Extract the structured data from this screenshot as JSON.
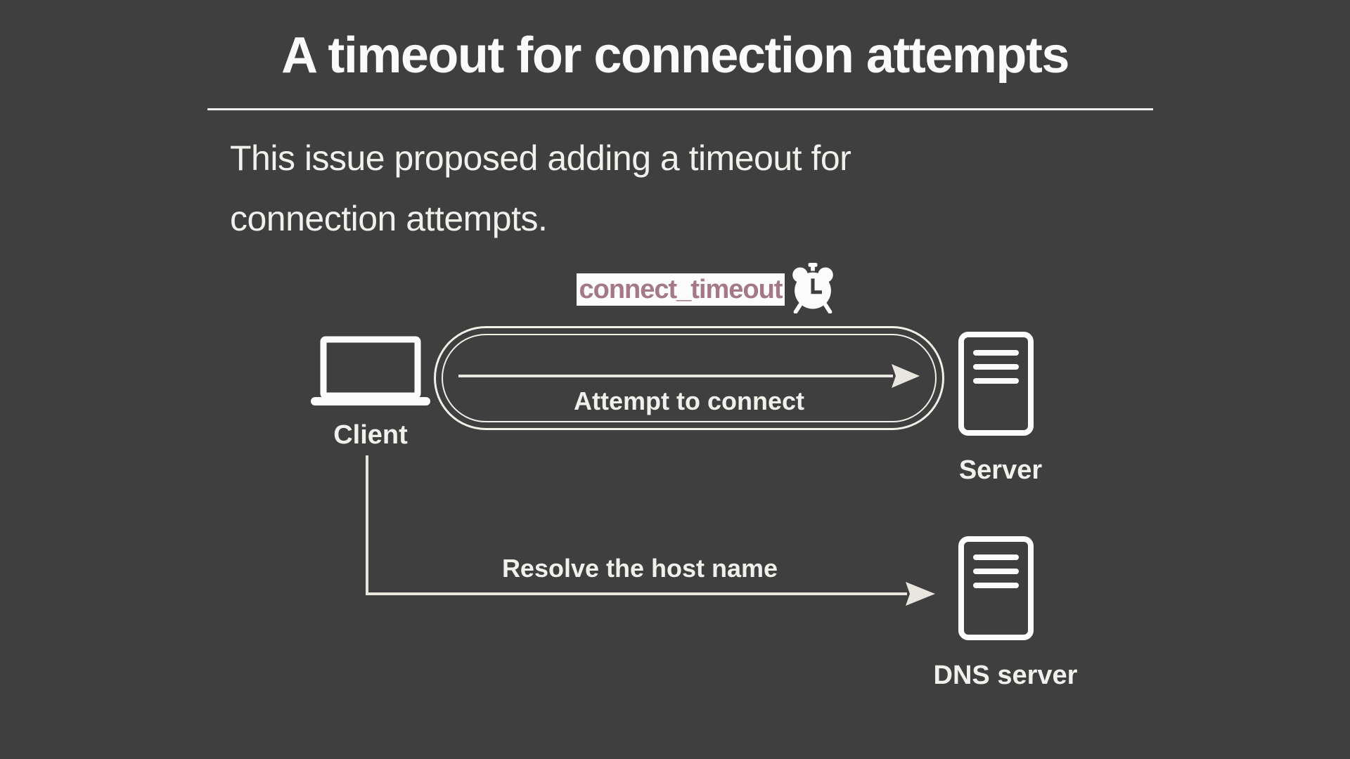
{
  "slide": {
    "title": "A timeout for connection attempts",
    "body": {
      "line1": "This issue proposed adding a timeout for",
      "line2": "connection attempts."
    },
    "diagram": {
      "timeout_param": "connect_timeout",
      "attempt_arrow_label": "Attempt to connect",
      "resolve_arrow_label": "Resolve the host name",
      "client_label": "Client",
      "server_label": "Server",
      "dns_server_label": "DNS server",
      "icons": {
        "timeout": "alarm-clock-icon",
        "client": "laptop-icon",
        "server": "server-icon",
        "dns_server": "server-icon"
      }
    },
    "colors": {
      "background": "#3f3f3f",
      "text": "#f2f0ec",
      "accent_text": "#a57887",
      "chip_background": "#fcfcfc",
      "line": "#f2efe9"
    }
  }
}
